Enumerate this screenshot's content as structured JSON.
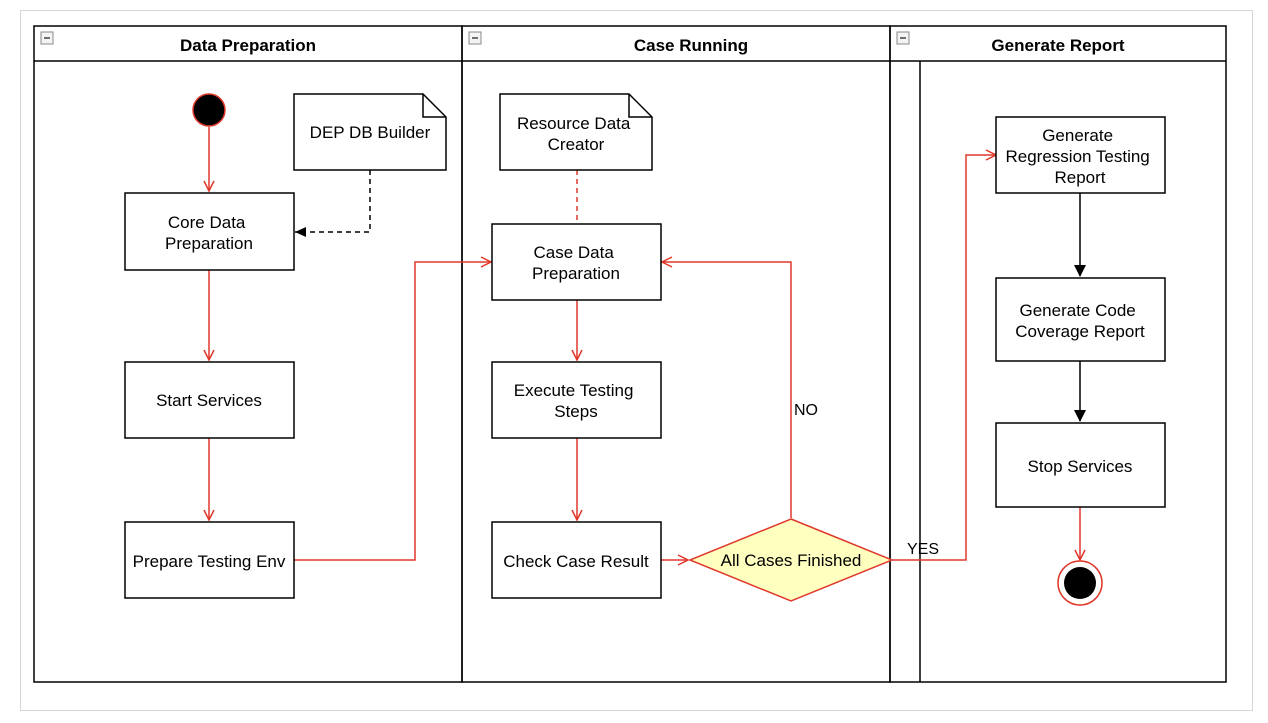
{
  "lanes": [
    {
      "id": "data-preparation",
      "title": "Data Preparation"
    },
    {
      "id": "case-running",
      "title": "Case Running"
    },
    {
      "id": "generate-report",
      "title": "Generate Report"
    }
  ],
  "nodes": {
    "core_data_preparation": [
      "Core Data",
      "Preparation"
    ],
    "start_services": [
      "Start Services"
    ],
    "prepare_testing_env": [
      "Prepare Testing Env"
    ],
    "dep_db_builder": [
      "DEP DB Builder"
    ],
    "resource_data_creator": [
      "Resource Data",
      "Creator"
    ],
    "case_data_preparation": [
      "Case Data",
      "Preparation"
    ],
    "execute_testing_steps": [
      "Execute Testing",
      "Steps"
    ],
    "check_case_result": [
      "Check Case Result"
    ],
    "all_cases_finished": [
      "All Cases Finished"
    ],
    "generate_regression_report": [
      "Generate",
      "Regression Testing",
      "Report"
    ],
    "generate_coverage_report": [
      "Generate Code",
      "Coverage Report"
    ],
    "stop_services": [
      "Stop Services"
    ]
  },
  "edge_labels": {
    "no": "NO",
    "yes": "YES"
  },
  "colors": {
    "flow": "#e0392b",
    "node_fill": "#ffffff",
    "decision_fill": "#ffffc0",
    "stroke": "#000000",
    "start_fill": "#000000"
  }
}
